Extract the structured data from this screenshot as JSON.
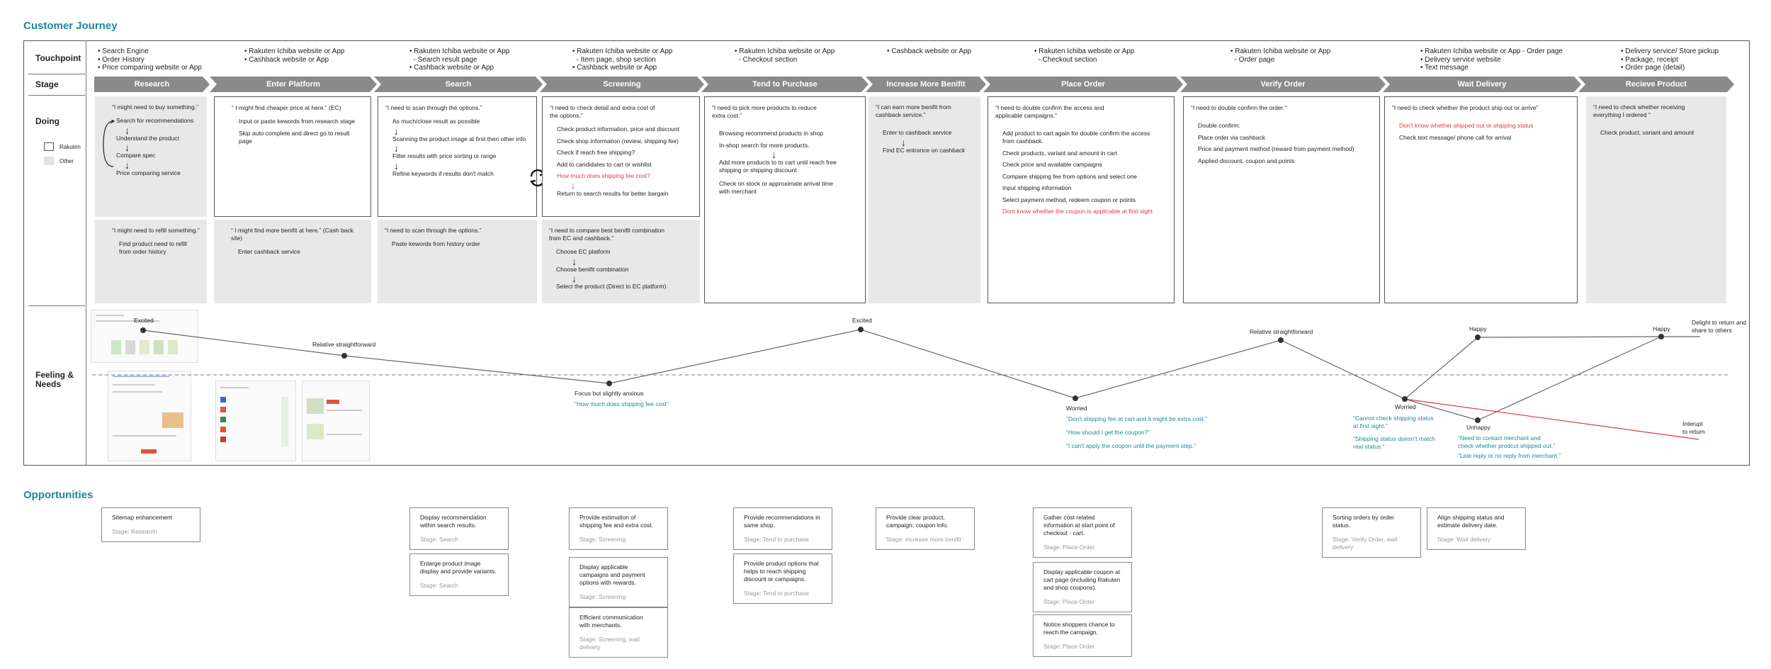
{
  "journey_title": "Customer Journey",
  "opportunities_title": "Opportunities",
  "row_labels": {
    "touchpoint": "Touchpoint",
    "stage": "Stage",
    "doing": "Doing",
    "feeling": "Feeling &\nNeeds"
  },
  "legend": {
    "rakuten": "Rakuten",
    "other": "Other"
  },
  "touchpoints": [
    "• Search Engine\n• Order History\n• Price comparing website or App",
    "• Rakuten Ichiba website or App\n• Cashback website or App",
    "• Rakuten Ichiba website or App\n  - Search result page\n• Cashback website or App",
    "• Rakuten Ichiba website or App\n  - Item page, shop section\n• Cashback website or App",
    "• Rakuten Ichiba website or App\n  - Checkout section",
    "• Cashback website or App",
    "• Rakuten Ichiba website or App\n  - Checkout section",
    "• Rakuten Ichiba website or App\n  - Order page",
    "• Rakuten Ichiba website or App - Order page\n• Delivery service website\n• Text message",
    "• Delivery service/ Store pickup\n• Package, receipt\n• Order page (detail)"
  ],
  "stages": [
    "Research",
    "Enter Platform",
    "Search",
    "Screening",
    "Tend to Purchase",
    "Increase More Benifit",
    "Place Order",
    "Verify Order",
    "Wait Delivery",
    "Recieve Product"
  ],
  "doing": {
    "research_top": {
      "quote": "“I might need to buy something.”",
      "items": [
        "Search for recommendations",
        "Understand the product",
        "Compare spec",
        "Price comparing service"
      ]
    },
    "research_bottom": {
      "quote": "“I might need to refill something.”",
      "items": [
        "Find product need to refill\nfrom order history"
      ]
    },
    "enter_top": {
      "quote": "“ I might find cheaper price at here.” (EC)",
      "items": [
        "Input or paste kewords from research stage",
        "Skip auto complete and direct go to result page"
      ]
    },
    "enter_bottom": {
      "quote": "“ I might find more benifit at here.” (Cash back site)",
      "items": [
        "Enter cashback service"
      ]
    },
    "search_top": {
      "quote": "“I need to scan through the options.”",
      "items": [
        "As much/close result as possible",
        "Scanning the product image at first then other info",
        "Filter results with price sorting or range",
        "Refine keywords if results don't match"
      ]
    },
    "search_bottom": {
      "quote": "“I need to scan through the options.”",
      "items": [
        "Paste kewords from history order"
      ]
    },
    "screening_top": {
      "quote": "“I need to check detail and extra cost of\nthe options.”",
      "items": [
        "Check product information, price and discount",
        "Check shop information (review, shipping fee)",
        "Check if reach free shipping?",
        "Add to candidates to cart or wishlist",
        "How much does shipping fee cost?",
        "Return to search results for better bargain"
      ]
    },
    "screening_bottom": {
      "quote": "“I need to compare best benifit combination\nfrom EC and cashback.”",
      "items": [
        "Choose EC platform",
        "Choose benifit combination",
        "Select the product (Direct to EC platform)"
      ]
    },
    "tend": {
      "quote": "“I need to pick more products to reduce\nextra cost.”",
      "items": [
        "Browsing recommend products in shop",
        "In-shop search for more products.",
        "Add more products to to cart until reach free\nshipping or shipping discount",
        "Check on stock or approximate arrival time\nwith merchant"
      ]
    },
    "increase": {
      "quote": "“I can earn more benifit from\ncashback service.”",
      "items": [
        "Enter to cashback service",
        "Find EC entrance on cashback"
      ]
    },
    "place": {
      "quote": "“I need to double confirm the access and\napplicable campaigns.”",
      "items": [
        "Add product to cart again for double confirm the access\nfrom cashback.",
        "Check products, variant and amount in cart",
        "Check price and available campaigns",
        "Compare shipping fee from options and select one",
        "Input shipping information",
        "Select payment method, redeem coupon or points",
        "Dont know whether the coupon is applicable at first sight"
      ]
    },
    "verify": {
      "quote": "“I need to double confirm the order.”",
      "items": [
        "Double confirm:",
        "Place order via cashback",
        "Price and payment method (reward from payment method)",
        "Applied discount, coupon and points"
      ]
    },
    "wait": {
      "quote": "“I need to check whether the product ship out or arrive”",
      "items": [
        "Don't know whether shipped out or shipping status",
        "Check text message/ phone call for arrival"
      ]
    },
    "receive": {
      "quote": "“I need to check whether receiving\neverything I ordered ”",
      "items": [
        "Check product, variant and amount"
      ]
    }
  },
  "emotion_labels": {
    "excited1": "Excited",
    "straight1": "Relative straightforward",
    "focus": "Focus but slightly anxious",
    "focus_need": "“How much does shipping fee cost”",
    "excited2": "Excited",
    "worried1": "Worried",
    "worried1_needs": [
      "“Don't shipping fee at cart and it might be extra cost.”",
      "“How should I get the coupon?”",
      "“I can't apply the coupon until the payment step.”"
    ],
    "straight2": "Relative straightforward",
    "worried2": "Worried",
    "worried2_needs": [
      "“Cannot check shipping status\nat first sight.”",
      "“Shipping status doesn't match\nreal status.”"
    ],
    "happy1": "Happy",
    "unhappy": "Unhappy",
    "unhappy_needs": [
      "“Need to contact merchant and\ncheck whether prodcut shipped out.”",
      "“Late reply or no reply from merchant.”"
    ],
    "happy2": "Happy",
    "delight": "Delight to return and\nshare to others",
    "interupt": "Interupt\nto return"
  },
  "opportunities": [
    {
      "text": "Sitemap enhancement",
      "stage": "Stage: Research"
    },
    {
      "text": "Display recommendation\nwithin search results.",
      "stage": "Stage: Search"
    },
    {
      "text": "Enlarge product image\ndisplay and provide variants.",
      "stage": "Stage: Search"
    },
    {
      "text": "Provide estimation of\nshipping fee and extra cost.",
      "stage": "Stage: Screening"
    },
    {
      "text": "Display applicable\ncampaigns and payment\noptions with rewards.",
      "stage": "Stage: Screening"
    },
    {
      "text": "Efficient communication\nwith merchants.",
      "stage": "Stage: Screening, wait\ndelivery"
    },
    {
      "text": "Provide recommendations in\nsame shop.",
      "stage": "Stage: Tend to purchase"
    },
    {
      "text": "Provide product options that\nhelps to reach shipping\ndiscount or campaigns.",
      "stage": "Stage: Tend to purchase"
    },
    {
      "text": "Provide clear product,\ncampaign, coupon info.",
      "stage": "Stage: increase more benifit"
    },
    {
      "text": "Gather cost related\ninformation at start point of\ncheckout - cart.",
      "stage": "Stage: Place Order"
    },
    {
      "text": "Display applicable coupon at\ncart page (including Rakuten\nand shop coupons).",
      "stage": "Stage: Place Order"
    },
    {
      "text": "Notice shoppers chance to\nreach the campaign.",
      "stage": "Stage: Place Order"
    },
    {
      "text": "Sorting orders by order\nstatus.",
      "stage": "Stage: Verify Order, wait\ndelivery"
    },
    {
      "text": "Align shipping status and\nestimate delivery date.",
      "stage": "Stage: Wait delivery"
    }
  ],
  "colors": {
    "accent": "#1a8a9a",
    "stage_bg": "#8a8a8a",
    "grey_card": "#e8e8e8",
    "red": "#e03a3a"
  }
}
